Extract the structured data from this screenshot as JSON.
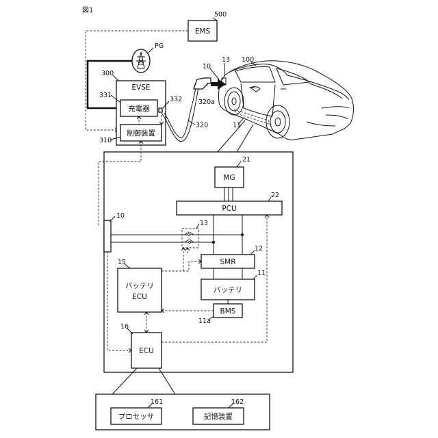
{
  "figure": {
    "title": "図1"
  },
  "labels": {
    "ems": "EMS",
    "ems_ref": "500",
    "pg": "PG",
    "evse": "EVSE",
    "evse_ref": "300",
    "charger": "充電器",
    "charger_ref": "331",
    "control_device": "制御装置",
    "control_ref": "310",
    "connector_ref": "332",
    "plug_ref": "320a",
    "cable_ref": "320",
    "inlet_ref_car": "10",
    "lid_ref": "13",
    "vehicle_ref": "100",
    "battery_ref_car": "11",
    "mg": "MG",
    "mg_ref": "21",
    "pcu": "PCU",
    "pcu_ref": "22",
    "inlet_ref": "10",
    "relay_ref": "13",
    "smr": "SMR",
    "smr_ref": "12",
    "battery": "バッテリ",
    "battery_ref": "11",
    "bms": "BMS",
    "bms_ref": "11a",
    "battery_ecu_line1": "バッテリ",
    "battery_ecu_line2": "ECU",
    "battery_ecu_ref": "15",
    "ecu": "ECU",
    "ecu_ref": "16",
    "processor": "プロセッサ",
    "processor_ref": "161",
    "storage": "記憶装置",
    "storage_ref": "162"
  },
  "icons": {
    "pg": "power-tower-icon",
    "car": "electric-car-icon",
    "plug": "charging-plug-icon"
  }
}
